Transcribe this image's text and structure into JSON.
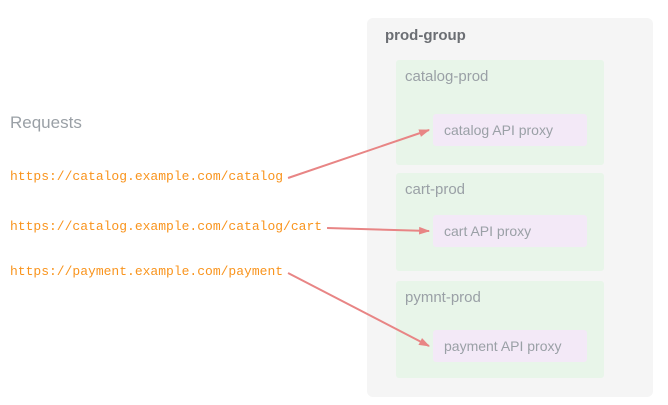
{
  "requests": {
    "title": "Requests",
    "urls": [
      "https://catalog.example.com/catalog",
      "https://catalog.example.com/catalog/cart",
      "https://payment.example.com/payment"
    ]
  },
  "group": {
    "title": "prod-group",
    "environments": [
      {
        "name": "catalog-prod",
        "proxy": "catalog API proxy"
      },
      {
        "name": "cart-prod",
        "proxy": "cart API proxy"
      },
      {
        "name": "pymnt-prod",
        "proxy": "payment API proxy"
      }
    ]
  },
  "connections": [
    {
      "from": 0,
      "to": 0
    },
    {
      "from": 1,
      "to": 1
    },
    {
      "from": 2,
      "to": 2
    }
  ],
  "colors": {
    "url_text": "#f9941d",
    "arrow": "#e88585",
    "group_bg": "#f5f5f5",
    "environment_bg": "#e8f5e9",
    "proxy_bg": "#f3e9f7",
    "heading_text": "#6b6e73",
    "muted_text": "#9aa0a6"
  }
}
